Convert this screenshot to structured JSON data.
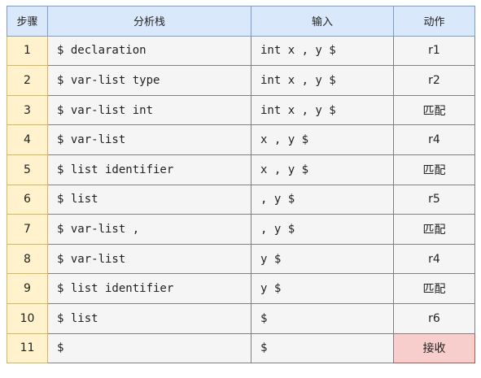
{
  "table": {
    "headers": [
      "步骤",
      "分析栈",
      "输入",
      "动作"
    ],
    "rows": [
      {
        "step": "1",
        "stack": "$ declaration",
        "input": "int x , y $",
        "action": "r1"
      },
      {
        "step": "2",
        "stack": "$ var-list type",
        "input": "int x , y $",
        "action": "r2"
      },
      {
        "step": "3",
        "stack": "$ var-list int",
        "input": "int x , y $",
        "action": "匹配"
      },
      {
        "step": "4",
        "stack": "$ var-list",
        "input": "x , y $",
        "action": "r4"
      },
      {
        "step": "5",
        "stack": "$ list identifier",
        "input": "x , y $",
        "action": "匹配"
      },
      {
        "step": "6",
        "stack": "$ list",
        "input": ", y $",
        "action": "r5"
      },
      {
        "step": "7",
        "stack": "$ var-list ,",
        "input": ", y $",
        "action": "匹配"
      },
      {
        "step": "8",
        "stack": "$ var-list",
        "input": "y $",
        "action": "r4"
      },
      {
        "step": "9",
        "stack": "$ list identifier",
        "input": "y $",
        "action": "匹配"
      },
      {
        "step": "10",
        "stack": "$ list",
        "input": "$",
        "action": "r6"
      },
      {
        "step": "11",
        "stack": "$",
        "input": "$",
        "action": "接收"
      }
    ]
  },
  "colors": {
    "header_bg": "#dae8fc",
    "step_bg": "#fff2cc",
    "cell_bg": "#f5f5f5",
    "accept_bg": "#f8cecc"
  }
}
